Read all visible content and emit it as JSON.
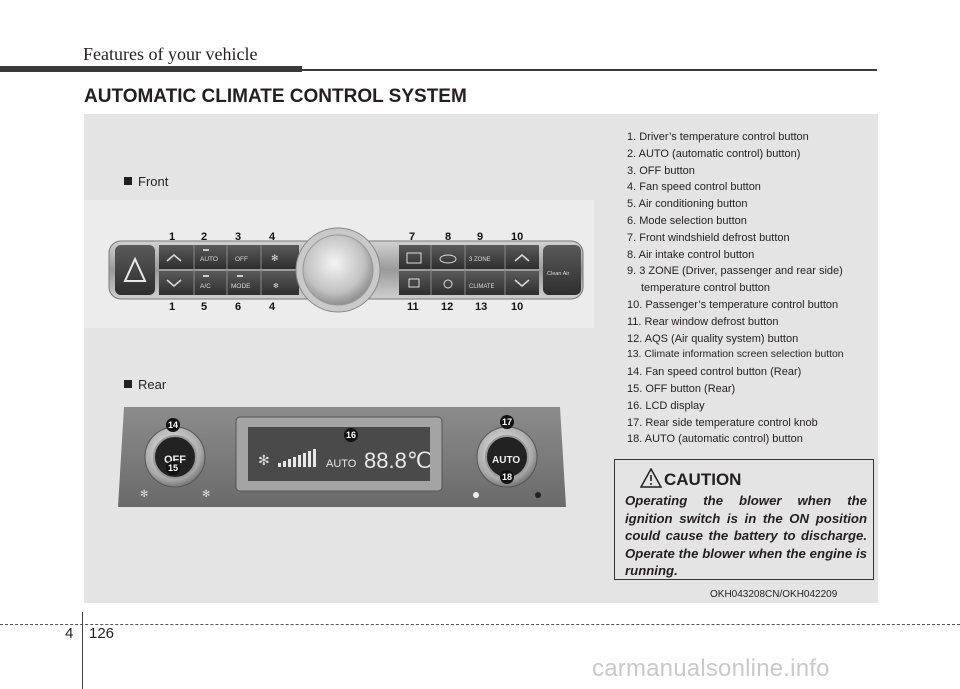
{
  "header": {
    "running_title": "Features of your vehicle"
  },
  "section_title": "AUTOMATIC CLIMATE CONTROL SYSTEM",
  "front_label": "Front",
  "rear_label": "Rear",
  "legend": [
    "1. Driver’s temperature control button",
    "2. AUTO (automatic control) button)",
    "3. OFF button",
    "4. Fan speed control button",
    "5. Air conditioning button",
    "6. Mode selection button",
    "7. Front windshield defrost button",
    "8. Air intake control button",
    "9. 3 ZONE (Driver, passenger and rear side)",
    "temperature control button",
    "10. Passenger’s temperature control button",
    "11. Rear window defrost button",
    "12. AQS (Air quality system) button",
    "13. Climate information screen selection button",
    "14. Fan speed control button (Rear)",
    "15. OFF button (Rear)",
    "16. LCD display",
    "17. Rear side temperature control knob",
    "18. AUTO (automatic control) button"
  ],
  "front_panel": {
    "buttons": {
      "auto": "AUTO",
      "off": "OFF",
      "ac": "A/C",
      "mode": "MODE",
      "three_zone": "3 ZONE",
      "climate": "CLIMATE",
      "clean_air": "Clean Air"
    },
    "callouts_top": [
      "1",
      "2",
      "3",
      "4",
      "7",
      "8",
      "9",
      "10"
    ],
    "callouts_bottom": [
      "1",
      "5",
      "6",
      "4",
      "11",
      "12",
      "13",
      "10"
    ]
  },
  "rear_panel": {
    "knob_left_label": "OFF",
    "knob_right_label": "AUTO",
    "lcd_mode": "AUTO",
    "lcd_temp": "88.8℃",
    "callouts": [
      "14",
      "15",
      "16",
      "17",
      "18"
    ]
  },
  "caution": {
    "title": "CAUTION",
    "text": "Operating the blower when the ignition switch is in the ON position could cause the battery to discharge. Operate the blower when the engine is running."
  },
  "figure_code": "OKH043208CN/OKH042209",
  "footer": {
    "section": "4",
    "page": "126"
  },
  "watermark": "carmanualsonline.info"
}
